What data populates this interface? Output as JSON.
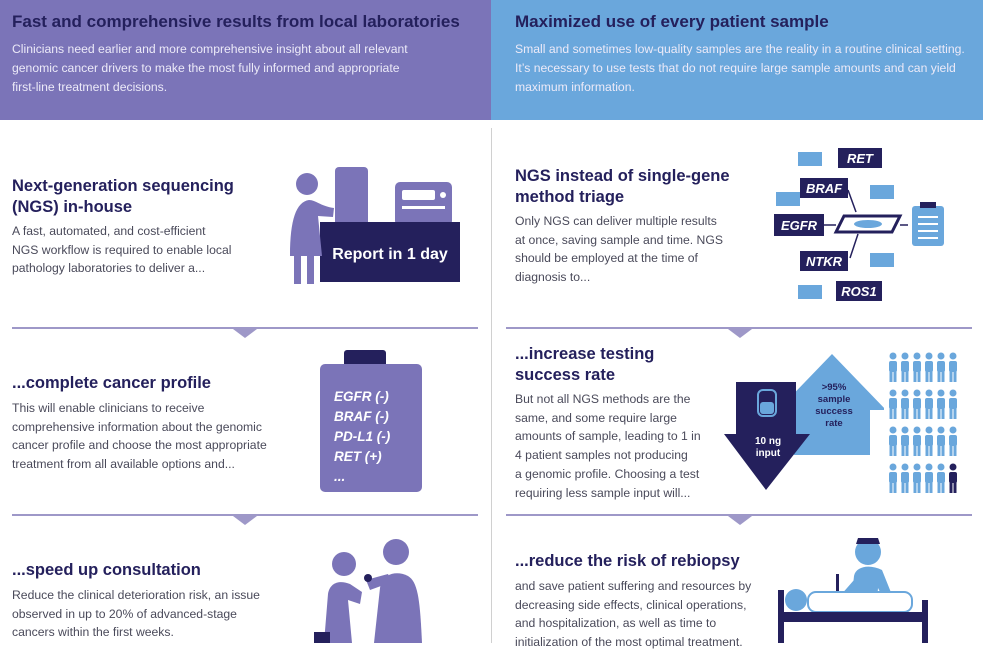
{
  "header_left": {
    "title": "Fast and comprehensive results from local laboratories",
    "lines": [
      "Clinicians need earlier and more comprehensive insight about all relevant",
      "genomic cancer drivers to make the most fully informed and appropriate",
      "first-line treatment decisions."
    ]
  },
  "header_right": {
    "title": "Maximized use of every patient sample",
    "lines": [
      "Small and sometimes low-quality samples are the reality in a routine clinical setting.",
      "It’s necessary to use tests that do not require large sample amounts and can yield",
      "maximum information."
    ]
  },
  "left_sections": [
    {
      "title_lines": [
        "Next-generation sequencing",
        "(NGS) in-house"
      ],
      "body_lines": [
        "A fast, automated, and cost-efficient",
        "NGS workflow is required to enable local",
        "pathology laboratories to deliver a..."
      ]
    },
    {
      "title_lines": [
        "...complete cancer profile"
      ],
      "body_lines": [
        "This will enable clinicians to receive",
        "comprehensive information about the genomic",
        "cancer profile and choose the most appropriate",
        "treatment from all available options and..."
      ]
    },
    {
      "title_lines": [
        "...speed up consultation"
      ],
      "body_lines": [
        "Reduce the clinical deterioration risk, an issue",
        "observed in up to 20% of advanced-stage",
        "cancers within the first weeks."
      ]
    }
  ],
  "right_sections": [
    {
      "title_lines": [
        "NGS instead of single-gene",
        "method triage"
      ],
      "body_lines": [
        "Only NGS can deliver multiple results",
        "at once, saving sample and time. NGS",
        "should be employed at the time of",
        "diagnosis to..."
      ]
    },
    {
      "title_lines": [
        "...increase testing",
        "success rate"
      ],
      "body_lines": [
        "But not all NGS methods are the",
        "same, and some require large",
        "amounts of sample, leading to 1 in",
        "4 patient samples not producing",
        "a genomic profile. Choosing a test",
        "requiring less sample input will..."
      ]
    },
    {
      "title_lines": [
        "...reduce the risk of rebiopsy"
      ],
      "body_lines": [
        "and save patient suffering and resources by",
        "decreasing side effects, clinical operations,",
        "and hospitalization, as well as time to",
        "initialization of the most optimal treatment."
      ]
    }
  ],
  "report_label": "Report in 1 day",
  "genes": [
    "RET",
    "BRAF",
    "EGFR",
    "NTKR",
    "ROS1"
  ],
  "clipboard_lines": [
    "EGFR (-)",
    "BRAF (-)",
    "PD-L1 (-)",
    "RET (+)",
    "..."
  ],
  "input_label": [
    "10 ng",
    "input"
  ],
  "success_label": [
    ">95%",
    "sample",
    "success",
    "rate"
  ],
  "people_grid": {
    "rows": 4,
    "cols": 6,
    "unsuccessful_count": 1
  },
  "colors": {
    "navy": "#24205c",
    "purple": "#7b74b8",
    "light_purple": "#9e98c8",
    "blue": "#6aa7dc",
    "text": "#4a4a5a"
  }
}
